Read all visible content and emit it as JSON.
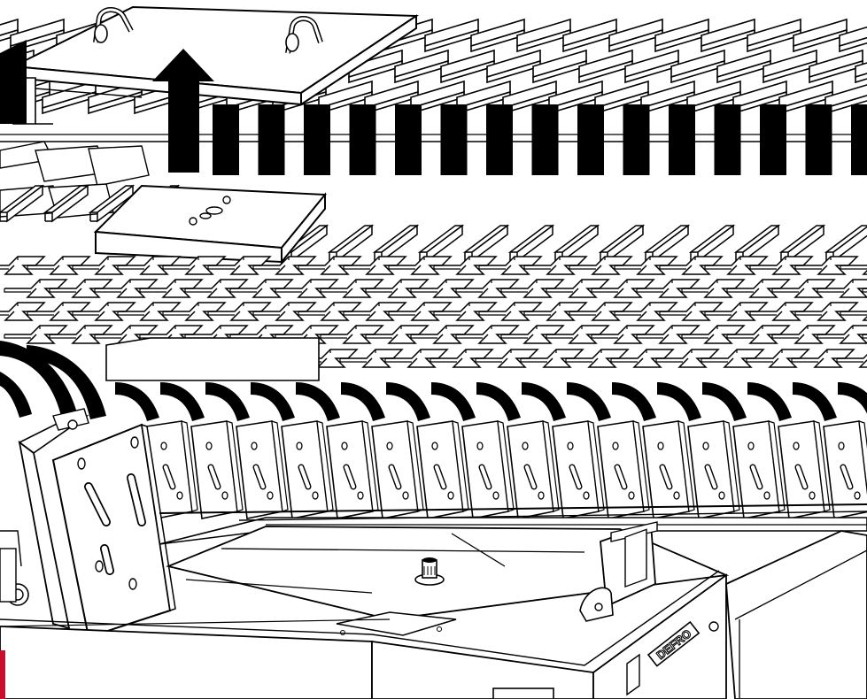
{
  "diagram": {
    "style": "black line-art technical illustration",
    "colors": {
      "line": "#000000",
      "fill": "#ffffff",
      "arrow": "#000000"
    },
    "brand_label": "DEFRO",
    "tiers": [
      {
        "name": "top-plates-with-handles",
        "direction": "up-arrows"
      },
      {
        "name": "middle-plates",
        "direction": "none"
      },
      {
        "name": "flap-layers",
        "direction": "none"
      },
      {
        "name": "curved-arrows-row",
        "direction": "forward-curved-arrows"
      },
      {
        "name": "hinged-baffles",
        "direction": "none"
      },
      {
        "name": "boiler-top",
        "direction": "none"
      }
    ]
  }
}
